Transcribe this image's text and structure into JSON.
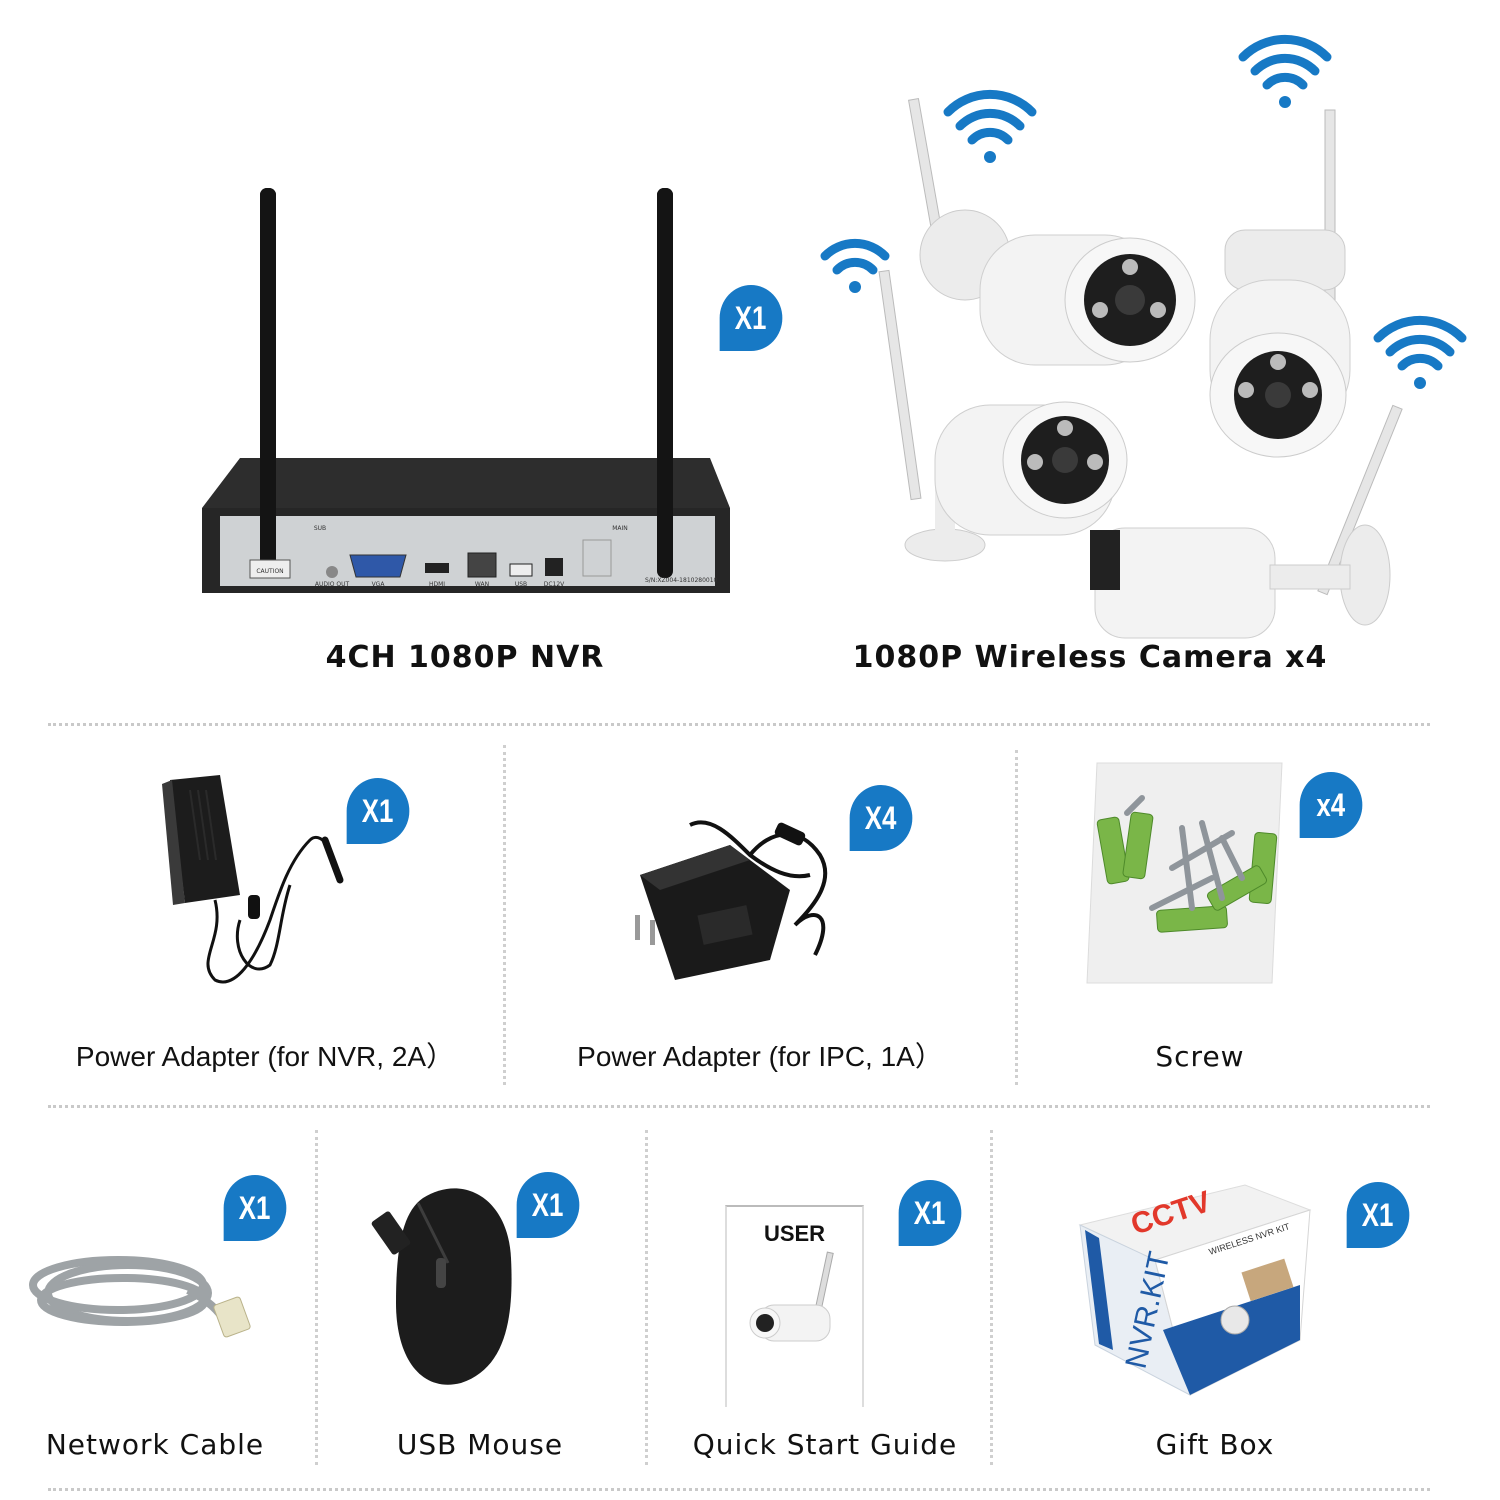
{
  "top": {
    "nvr": {
      "label": "4CH 1080P NVR",
      "badge": "X1"
    },
    "cameras": {
      "label": "1080P Wireless Camera x4"
    }
  },
  "row2": {
    "nvr_adapter": {
      "label": "Power Adapter (for NVR, 2A）",
      "badge": "X1"
    },
    "ipc_adapter": {
      "label": "Power Adapter (for IPC, 1A）",
      "badge": "X4"
    },
    "screw": {
      "label": "Screw",
      "badge": "x4"
    }
  },
  "row3": {
    "cable": {
      "label": "Network Cable",
      "badge": "X1"
    },
    "mouse": {
      "label": "USB Mouse",
      "badge": "X1"
    },
    "guide": {
      "label": "Quick Start Guide",
      "badge": "X1",
      "booklet_text": "USER"
    },
    "giftbox": {
      "label": "Gift Box",
      "badge": "X1",
      "box_text": [
        "CCTV",
        "NVR.KIT",
        "WIRELESS NVR KIT"
      ]
    }
  },
  "nvr_panel": {
    "ports": [
      "SUB",
      "VGA",
      "HDMI",
      "WAN",
      "USB",
      "DC12V",
      "MAIN",
      "AUDIO OUT",
      "CAUTION"
    ],
    "serial": "S/N:XZ004-1810280010"
  },
  "colors": {
    "badge": "#1779c5",
    "wifi": "#1779c5",
    "separator": "#c9c9c9"
  }
}
